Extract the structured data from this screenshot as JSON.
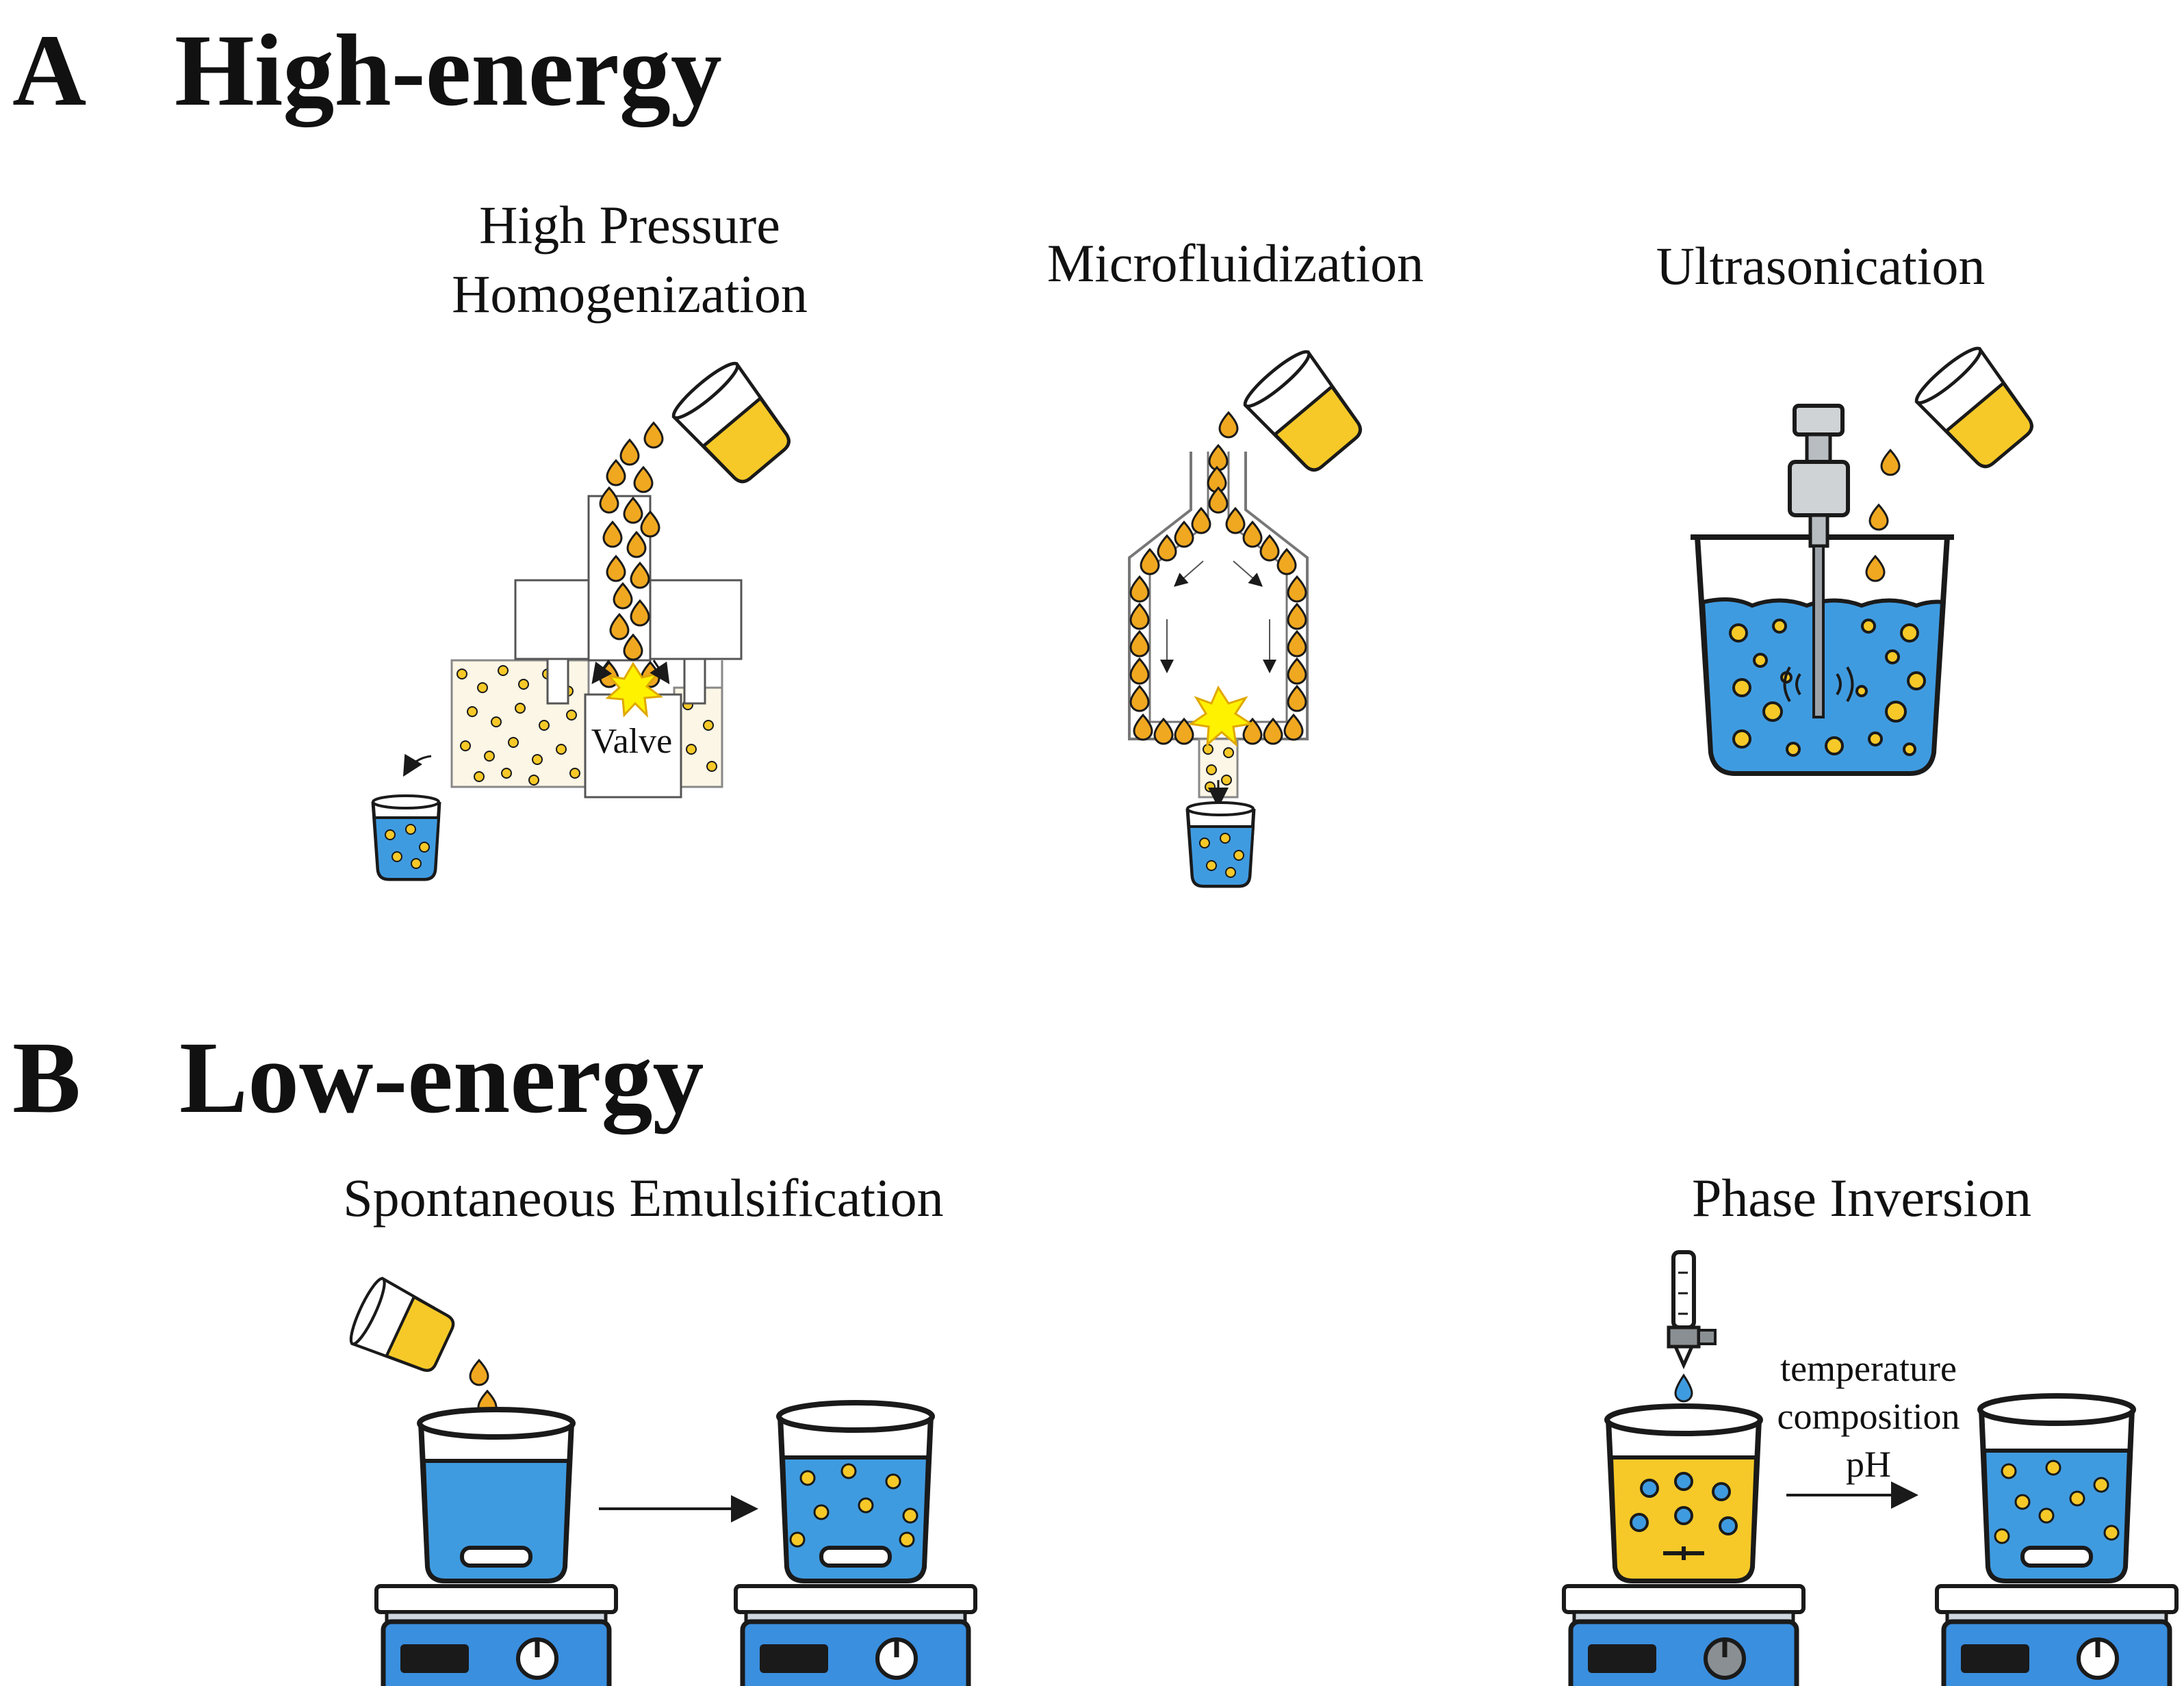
{
  "section_a": {
    "letter": "A",
    "title": "High-energy"
  },
  "section_b": {
    "letter": "B",
    "title": "Low-energy"
  },
  "methods": {
    "hph": {
      "line1": "High Pressure",
      "line2": "Homogenization"
    },
    "microfluidization": "Microfluidization",
    "ultrasonication": "Ultrasonication",
    "spontaneous": "Spontaneous Emulsification",
    "phase_inversion": "Phase Inversion"
  },
  "labels": {
    "valve": "Valve"
  },
  "phase_inversion_conditions": [
    "temperature",
    "composition",
    "pH"
  ],
  "colors": {
    "oil": "#f6c928",
    "water": "#3f9be0",
    "droplet": "#f0a820",
    "hotplate": "#3a8fdf",
    "outline": "#1a1a1a"
  }
}
